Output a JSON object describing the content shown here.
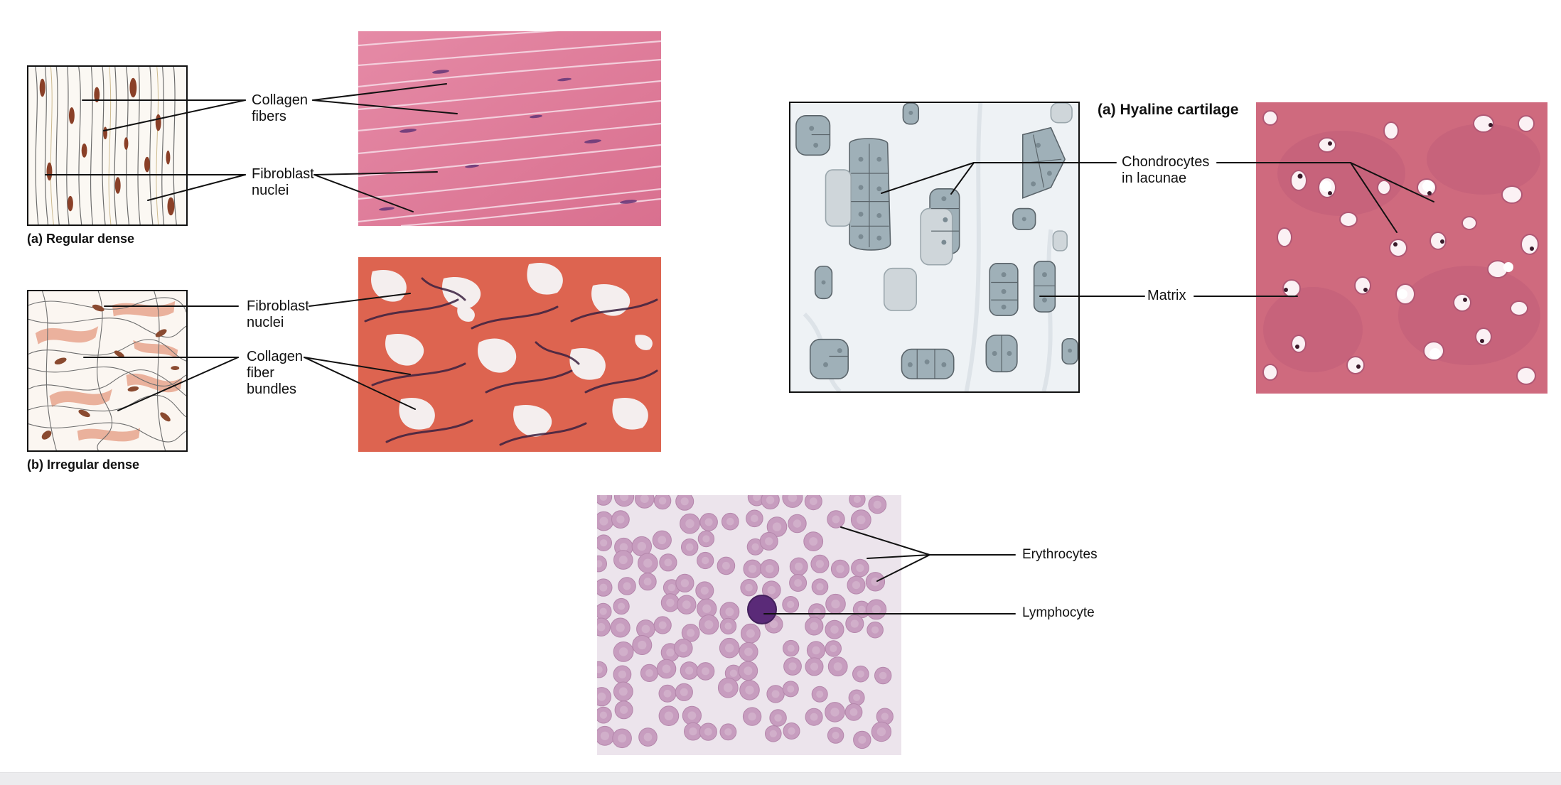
{
  "regular_dense": {
    "caption": "(a) Regular dense",
    "labels": {
      "collagen_fibers": "Collagen\nfibers",
      "fibroblast_nuclei": "Fibroblast\nnuclei"
    }
  },
  "irregular_dense": {
    "caption": "(b) Irregular dense",
    "labels": {
      "fibroblast_nuclei": "Fibroblast\nnuclei",
      "collagen_fiber_bundles": "Collagen\nfiber\nbundles"
    }
  },
  "hyaline_cartilage": {
    "caption": "(a) Hyaline cartilage",
    "labels": {
      "chondrocytes": "Chondrocytes\nin lacunae",
      "matrix": "Matrix"
    }
  },
  "blood": {
    "labels": {
      "erythrocytes": "Erythrocytes",
      "lymphocyte": "Lymphocyte"
    }
  },
  "colors": {
    "regular_micro_bg": "#e07b98",
    "irregular_micro_bg": "#e26a52",
    "cartilage_micro_bg": "#cf6a7e",
    "blood_bg": "#ece4ec",
    "rbc": "#c79dbf",
    "lymphocyte": "#5a2a78",
    "cartilage_drawing_bg": "#eef2f5",
    "chondrocyte": "#9fb0b8"
  }
}
